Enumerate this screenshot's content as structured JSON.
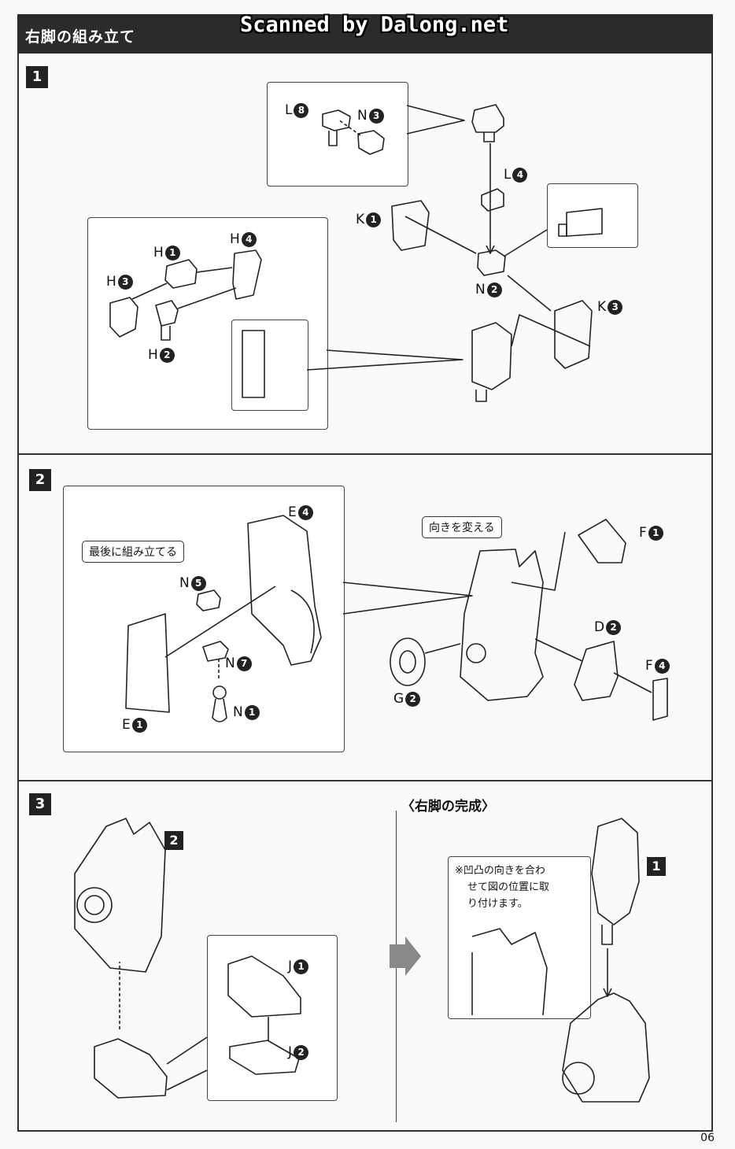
{
  "header": {
    "title": "右脚の組み立て",
    "watermark": "Scanned by Dalong.net"
  },
  "steps": {
    "s1": "1",
    "s2": "2",
    "s3": "3"
  },
  "step1": {
    "labels": {
      "L8": "L",
      "L8n": "8",
      "N3": "N",
      "N3n": "3",
      "L4": "L",
      "L4n": "4",
      "K1": "K",
      "K1n": "1",
      "N2": "N",
      "N2n": "2",
      "K3": "K",
      "K3n": "3",
      "H1": "H",
      "H1n": "1",
      "H4": "H",
      "H4n": "4",
      "H3": "H",
      "H3n": "3",
      "H2": "H",
      "H2n": "2"
    }
  },
  "step2": {
    "note_last": "最後に組み立てる",
    "note_turn": "向きを変える",
    "labels": {
      "E4": "E",
      "E4n": "4",
      "N5": "N",
      "N5n": "5",
      "N7": "N",
      "N7n": "7",
      "N1": "N",
      "N1n": "1",
      "E1": "E",
      "E1n": "1",
      "F1": "F",
      "F1n": "1",
      "D2": "D",
      "D2n": "2",
      "F4": "F",
      "F4n": "4",
      "G2": "G",
      "G2n": "2"
    }
  },
  "step3": {
    "ref": "2",
    "labels": {
      "J1": "J",
      "J1n": "1",
      "J2": "J",
      "J2n": "2"
    }
  },
  "complete": {
    "title": "〈右脚の完成〉",
    "note_lines": [
      "※凹凸の向きを合わ",
      "せて図の位置に取",
      "り付けます。"
    ],
    "ref": "1"
  },
  "footer": {
    "page": "06"
  }
}
